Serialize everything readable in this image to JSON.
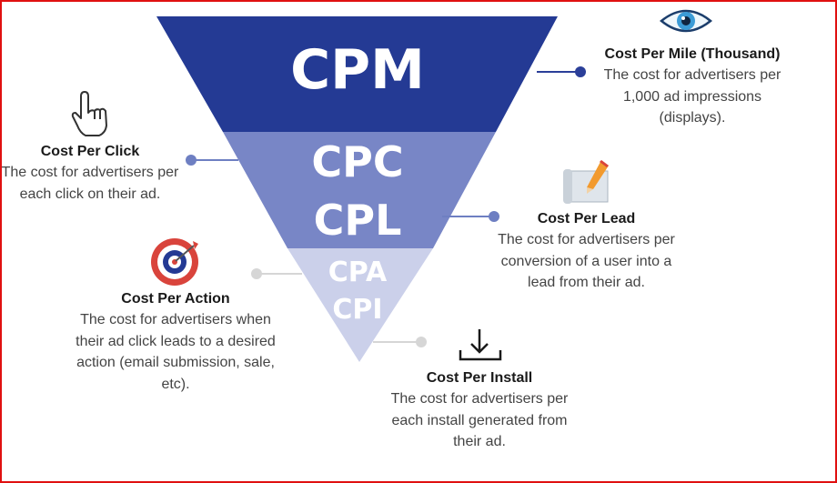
{
  "funnel": {
    "cpm": "CPM",
    "cpc": "CPC",
    "cpl": "CPL",
    "cpa": "CPA",
    "cpi": "CPI",
    "colors": {
      "top": "#243a94",
      "middle": "#7886c6",
      "bottom": "#cbd0ea",
      "connector_dark": "#2b3f99",
      "connector_mid": "#6e7fc2",
      "connector_light": "#d6d6d6"
    }
  },
  "cpm_info": {
    "title": "Cost Per Mile (Thousand)",
    "desc": [
      "The cost for advertisers per",
      "1,000 ad impressions",
      "(displays)."
    ],
    "icon": "eye-icon"
  },
  "cpc_info": {
    "title": "Cost Per Click",
    "desc": [
      "The cost for advertisers per",
      "each click on their ad."
    ],
    "icon": "hand-pointer-icon"
  },
  "cpl_info": {
    "title": "Cost Per Lead",
    "desc": [
      "The cost for advertisers per",
      "conversion of a user into a",
      "lead from their ad."
    ],
    "icon": "pencil-paper-icon"
  },
  "cpa_info": {
    "title": "Cost Per Action",
    "desc": [
      "The cost for advertisers when",
      "their ad click leads to a desired",
      "action (email submission, sale,",
      "etc)."
    ],
    "icon": "target-icon"
  },
  "cpi_info": {
    "title": "Cost Per Install",
    "desc": [
      "The cost for advertisers per",
      "each install generated from",
      "their ad."
    ],
    "icon": "download-icon"
  }
}
